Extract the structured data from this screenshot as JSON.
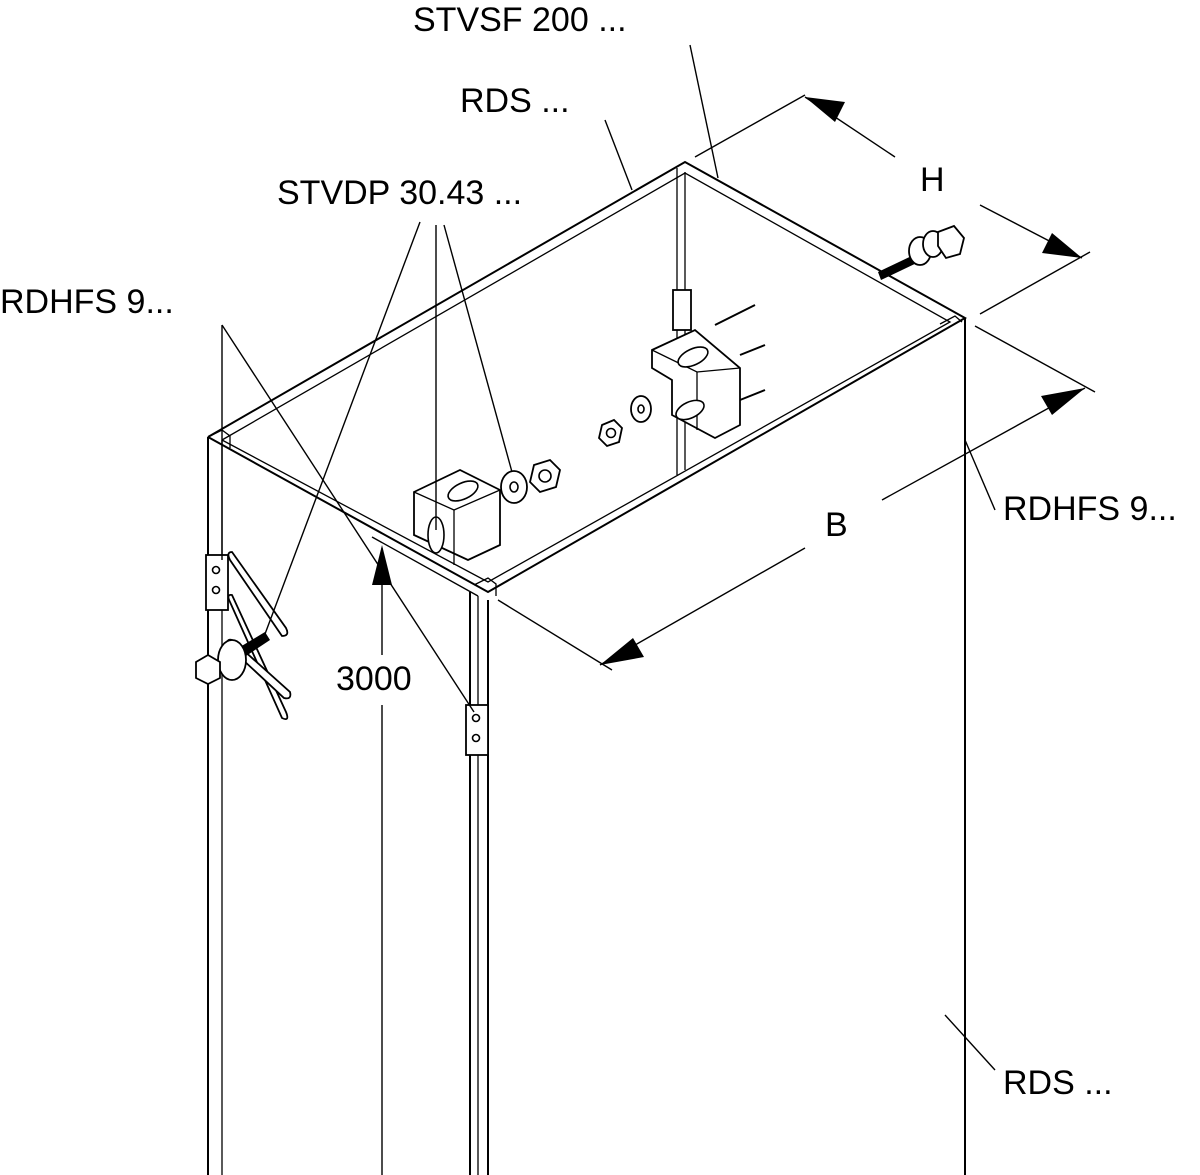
{
  "labels": {
    "stvsf": "STVSF 200 ...",
    "rds_top": "RDS ...",
    "stvdp": "STVDP 30.43 ...",
    "rdhfs_left": "RDHFS 9...",
    "rdhfs_right": "RDHFS 9...",
    "rds_bottom": "RDS ..."
  },
  "dimensions": {
    "height": "H",
    "width": "B",
    "length": "3000"
  },
  "colors": {
    "ink": "#000000",
    "paper": "#ffffff"
  }
}
